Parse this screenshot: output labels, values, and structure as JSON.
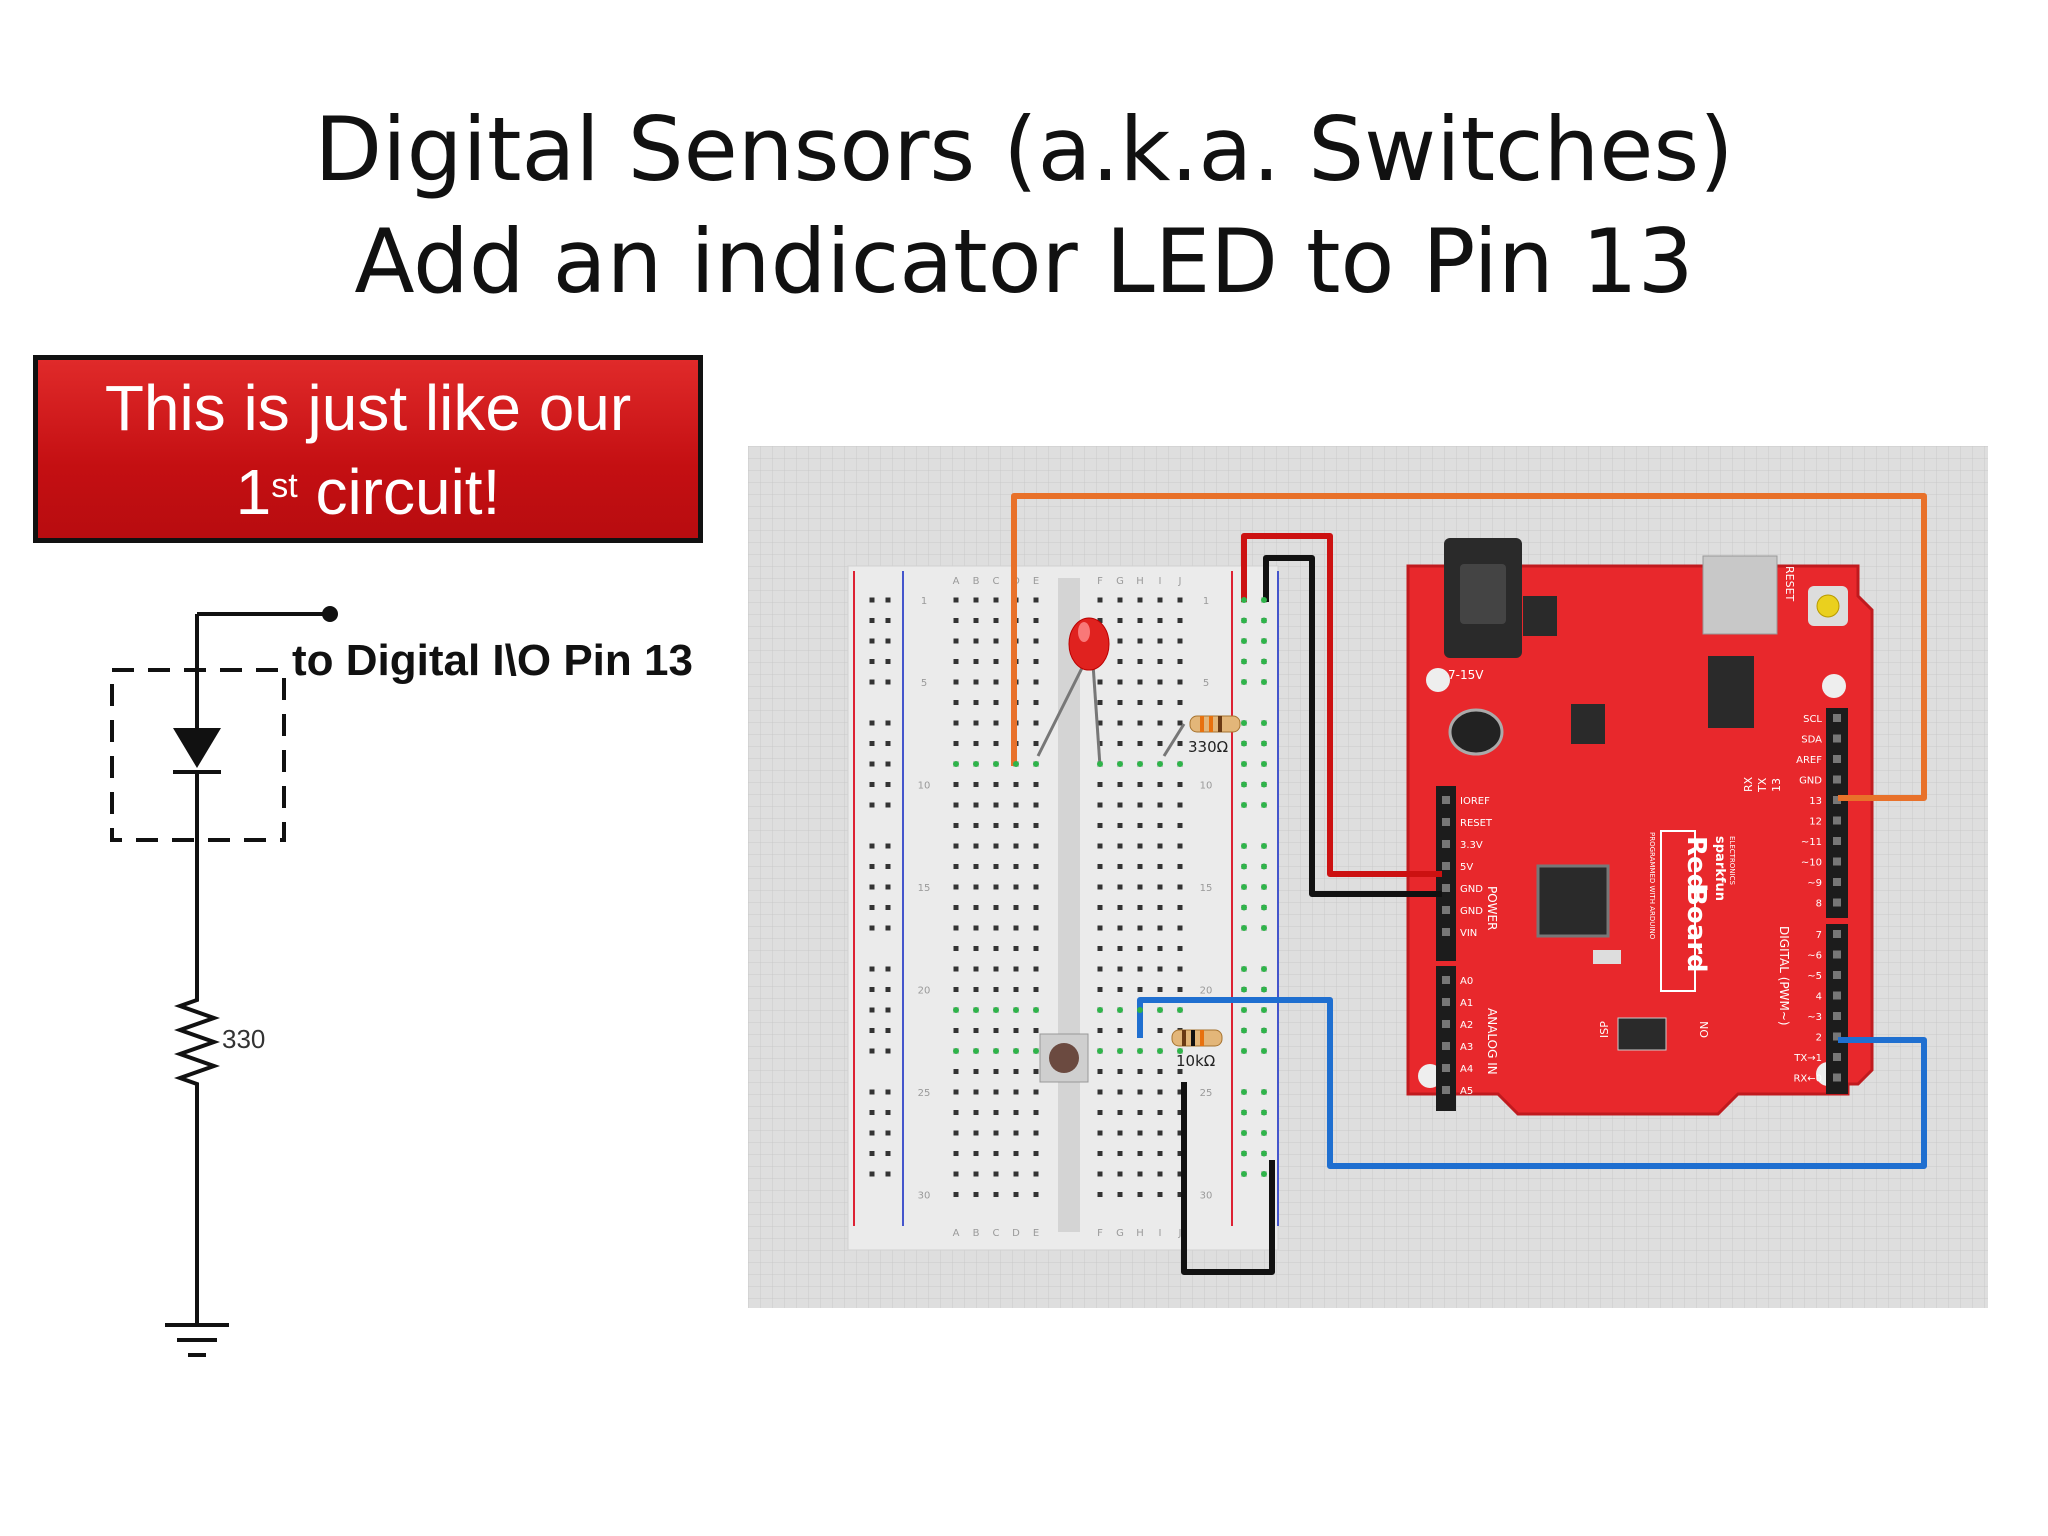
{
  "slide": {
    "title_line1": "Digital Sensors (a.k.a. Switches)",
    "title_line2": "Add an indicator LED to Pin 13"
  },
  "callout": {
    "line1": "This is just like our",
    "line2_num": "1",
    "line2_sup": "st",
    "line2_rest": " circuit!"
  },
  "schematic": {
    "pin_label": "to Digital I\\O Pin 13",
    "resistor_label": "330"
  },
  "breadboard": {
    "col_letters_left": [
      "A",
      "B",
      "C",
      "D",
      "E"
    ],
    "col_letters_right": [
      "F",
      "G",
      "H",
      "I",
      "J"
    ],
    "row_numbers": [
      "1",
      "5",
      "10",
      "15",
      "20",
      "25",
      "30"
    ],
    "resistor_top_label": "330Ω",
    "resistor_bottom_label": "10kΩ"
  },
  "board": {
    "power_jack_label": "7-15V",
    "reset_label": "RESET",
    "brand_label": "sparkfun",
    "brand_sub": "ELECTRONICS",
    "name_red": "Red",
    "name_board": "Board",
    "programmed_label": "PROGRAMMED WITH ARDUINO",
    "power_header_title": "POWER",
    "analog_header_title": "ANALOG IN",
    "digital_header_title": "DIGITAL (PWM~)",
    "isp_label": "ISP",
    "on_label": "ON",
    "led_labels": [
      "RX",
      "TX",
      "13"
    ],
    "power_pins": [
      "IOREF",
      "RESET",
      "3.3V",
      "5V",
      "GND",
      "GND",
      "VIN"
    ],
    "analog_pins": [
      "A0",
      "A1",
      "A2",
      "A3",
      "A4",
      "A5"
    ],
    "digital_top_pins": [
      "SCL",
      "SDA",
      "AREF",
      "GND",
      "13",
      "12",
      "~11",
      "~10",
      "~9",
      "8"
    ],
    "digital_bottom_pins": [
      "7",
      "~6",
      "~5",
      "4",
      "~3",
      "2",
      "TX→1",
      "RX←0"
    ]
  },
  "colors": {
    "callout_red": "#c8141a",
    "board_red": "#e8282c",
    "wire_orange": "#e8712a",
    "wire_red": "#cc1111",
    "wire_blue": "#1f6fd0",
    "wire_black": "#111111",
    "grid_bg": "#dcdcdc"
  }
}
